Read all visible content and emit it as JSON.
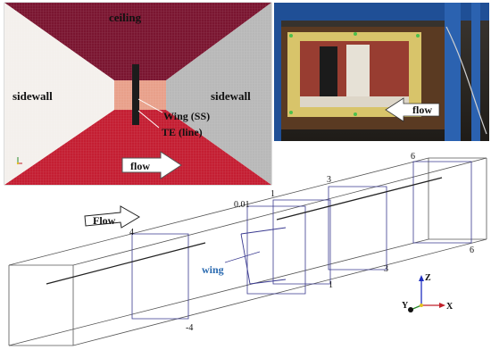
{
  "cfd_view": {
    "ceiling_label": "ceiling",
    "sidewall_left_label": "sidewall",
    "sidewall_right_label": "sidewall",
    "wing_label": "Wing (SS)",
    "te_label": "TE (line)",
    "flow_label": "flow"
  },
  "photo": {
    "flow_label": "flow"
  },
  "domain": {
    "flow_label": "Flow",
    "wing_label": "wing",
    "x_ticks_front": [
      "-4",
      "1",
      "3",
      "6"
    ],
    "x_ticks_top": [
      "4",
      "0.01",
      "1",
      "3",
      "6"
    ],
    "axes": {
      "x": "X",
      "y": "Y",
      "z": "Z"
    }
  },
  "colors": {
    "ceiling": "#7a1530",
    "floor": "#c41e32",
    "sidewall_left": "#f4f0ec",
    "sidewall_right": "#b8b8b8",
    "wing": "#1c1c1c",
    "grid_line": "#3a3a90",
    "axis_x": "#c0202a",
    "axis_y": "#2a8a2a",
    "axis_z": "#2030c0"
  }
}
